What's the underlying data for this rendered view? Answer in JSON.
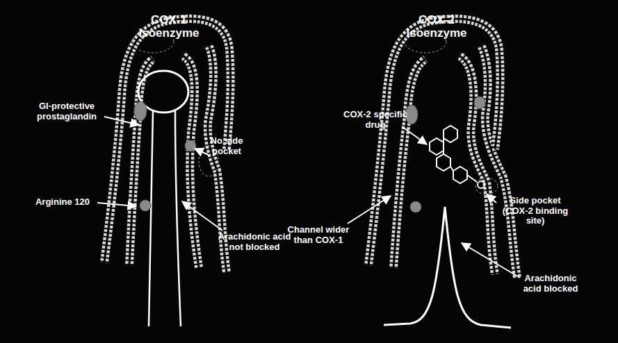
{
  "diagram": {
    "labels": [
      "COX-1 Isoenzyme",
      "GI-protective prostaglandin",
      "No side pocket",
      "Arginine 120",
      "Arachidonic acid not blocked",
      "COX-2 Isoenzyme",
      "COX-2 specific drug",
      "Side pocket (COX-2 binding site)",
      "Channel wider than COX-1",
      "Arachidonic acid blocked"
    ]
  }
}
